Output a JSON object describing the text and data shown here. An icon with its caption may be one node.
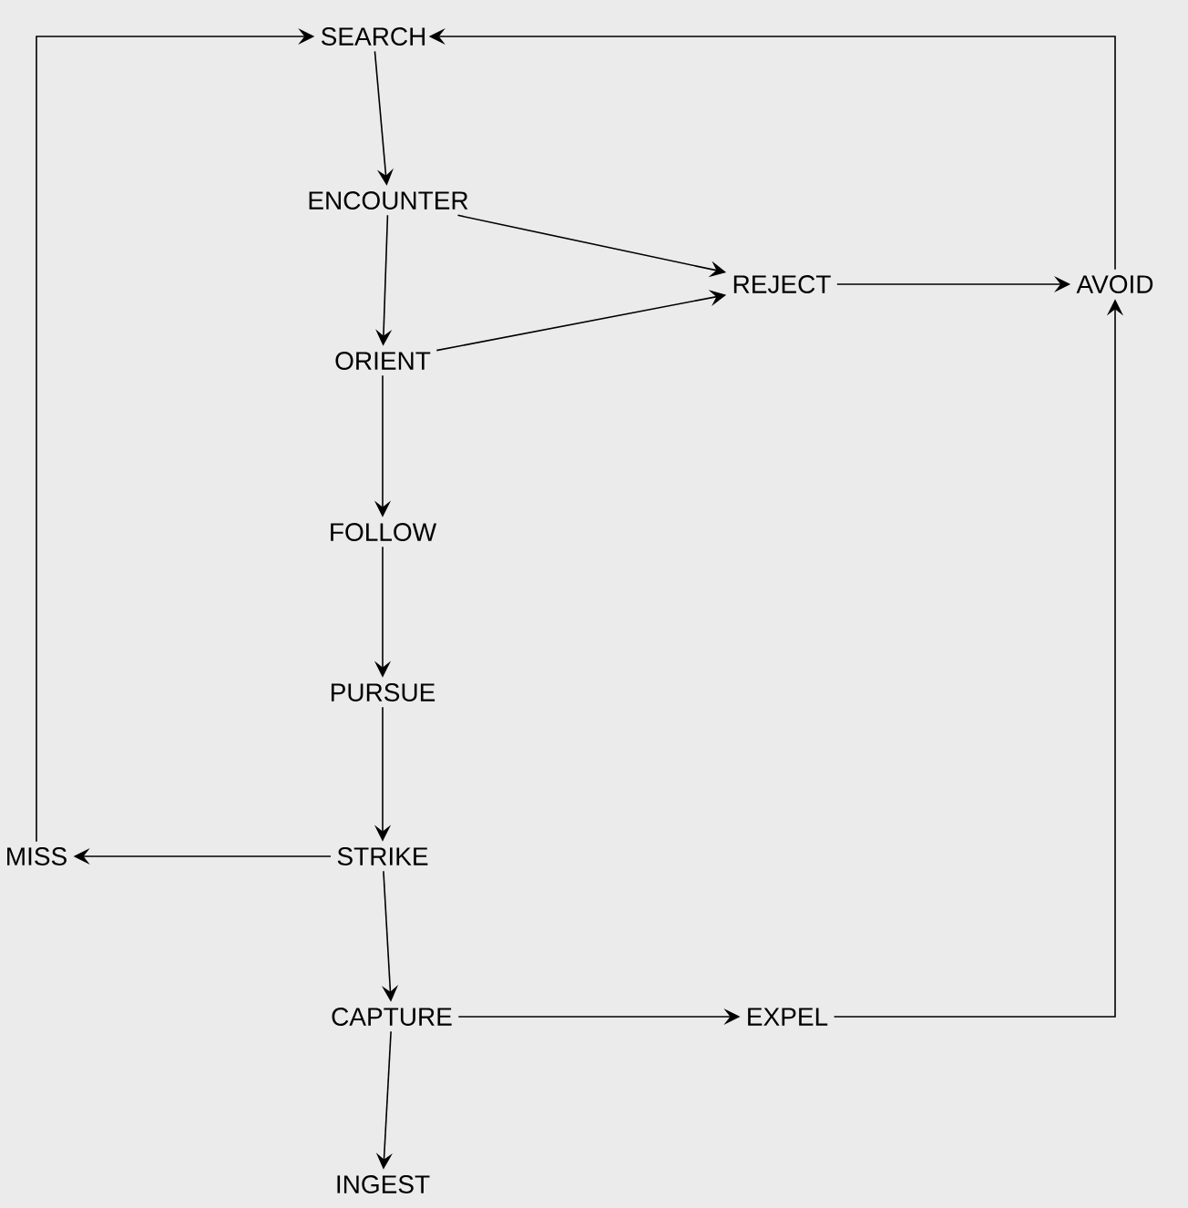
{
  "diagram": {
    "nodes": [
      {
        "text": [
          "SEARCH"
        ]
      },
      {
        "text": [
          "ENCOUNTER"
        ]
      },
      {
        "text": [
          "REJECT"
        ]
      },
      {
        "text": [
          "AVOID"
        ]
      },
      {
        "text": [
          "ORIENT"
        ]
      },
      {
        "text": [
          "FOLLOW"
        ]
      },
      {
        "text": [
          "PURSUE"
        ]
      },
      {
        "text": [
          "MISS"
        ]
      },
      {
        "text": [
          "STRIKE"
        ]
      },
      {
        "text": [
          "CAPTURE"
        ]
      },
      {
        "text": [
          "EXPEL"
        ]
      },
      {
        "text": [
          "INGEST"
        ]
      }
    ],
    "edges": [
      {
        "from": 0,
        "to": 1,
        "arrow": "to"
      },
      {
        "from": 1,
        "to": 2,
        "arrow": "to"
      },
      {
        "from": 1,
        "to": 4,
        "arrow": "to"
      },
      {
        "from": 4,
        "to": 2,
        "arrow": "to"
      },
      {
        "from": 2,
        "to": 3,
        "arrow": "to"
      },
      {
        "from": 3,
        "to": 0,
        "arrow": "to"
      },
      {
        "from": 4,
        "to": 5,
        "arrow": "to"
      },
      {
        "from": 5,
        "to": 6,
        "arrow": "to"
      },
      {
        "from": 6,
        "to": 8,
        "arrow": "to"
      },
      {
        "from": 8,
        "to": 7,
        "arrow": "to"
      },
      {
        "from": 7,
        "to": 0,
        "arrow": "to"
      },
      {
        "from": 8,
        "to": 9,
        "arrow": "to"
      },
      {
        "from": 9,
        "to": 10,
        "arrow": "to"
      },
      {
        "from": 10,
        "to": 3,
        "arrow": "to"
      },
      {
        "from": 9,
        "to": 11,
        "arrow": "to"
      }
    ]
  }
}
